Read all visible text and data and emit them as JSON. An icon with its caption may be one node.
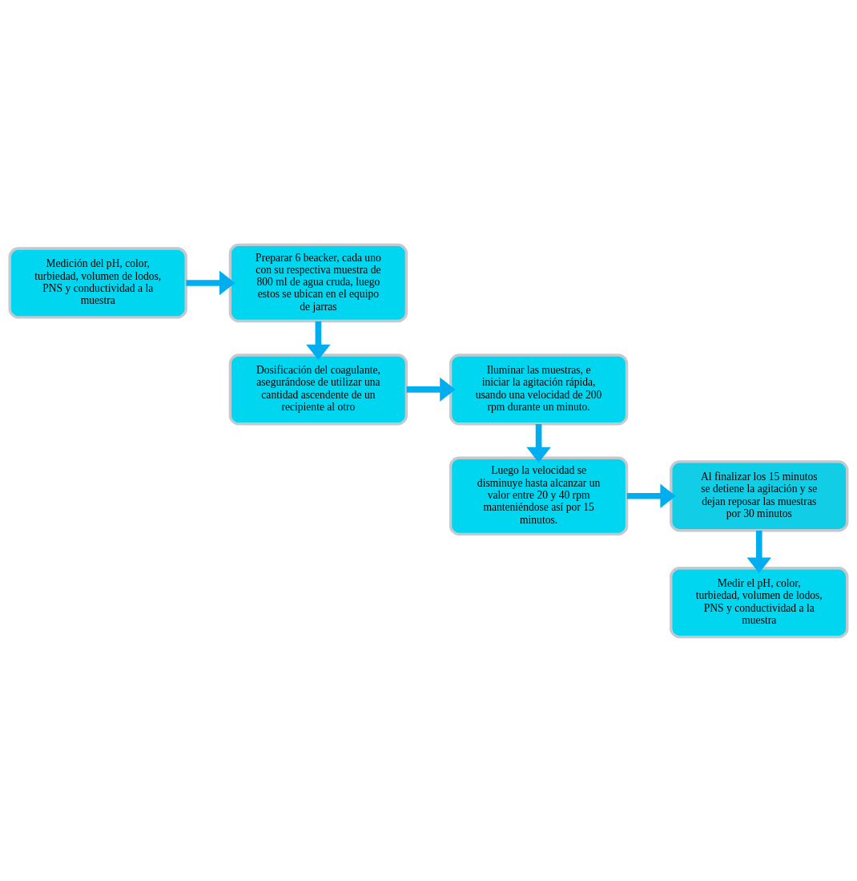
{
  "diagram": {
    "nodes": [
      {
        "text": [
          "Medición del pH, color, turbiedad, volumen de lodos, PNS y conductividad a la muestra"
        ]
      },
      {
        "text": [
          "Preparar 6 beacker, cada uno con su respectiva muestra de 800 ml de agua cruda, luego estos se ubican en el equipo de jarras"
        ]
      },
      {
        "text": [
          "Dosificación del coagulante, asegurándose de utilizar una cantidad ascendente de un recipiente al otro"
        ]
      },
      {
        "text": [
          "Iluminar las muestras, e iniciar la agitación rápida, usando una velocidad de 200 rpm durante un minuto."
        ]
      },
      {
        "text": [
          "Luego la velocidad se disminuye hasta alcanzar un valor entre 20 y 40 rpm manteniéndose así por 15 minutos."
        ]
      },
      {
        "text": [
          "Al finalizar los 15 minutos se detiene la agitación y se dejan reposar las muestras por 30 minutos"
        ]
      },
      {
        "text": [
          "Medir el pH, color, turbiedad, volumen de lodos, PNS y conductividad a la muestra"
        ]
      }
    ],
    "edges": [
      {
        "from": 0,
        "to": 1,
        "arrow": "to"
      },
      {
        "from": 1,
        "to": 2,
        "arrow": "to"
      },
      {
        "from": 2,
        "to": 3,
        "arrow": "to"
      },
      {
        "from": 3,
        "to": 4,
        "arrow": "to"
      },
      {
        "from": 4,
        "to": 5,
        "arrow": "to"
      },
      {
        "from": 5,
        "to": 6,
        "arrow": "to"
      }
    ]
  }
}
